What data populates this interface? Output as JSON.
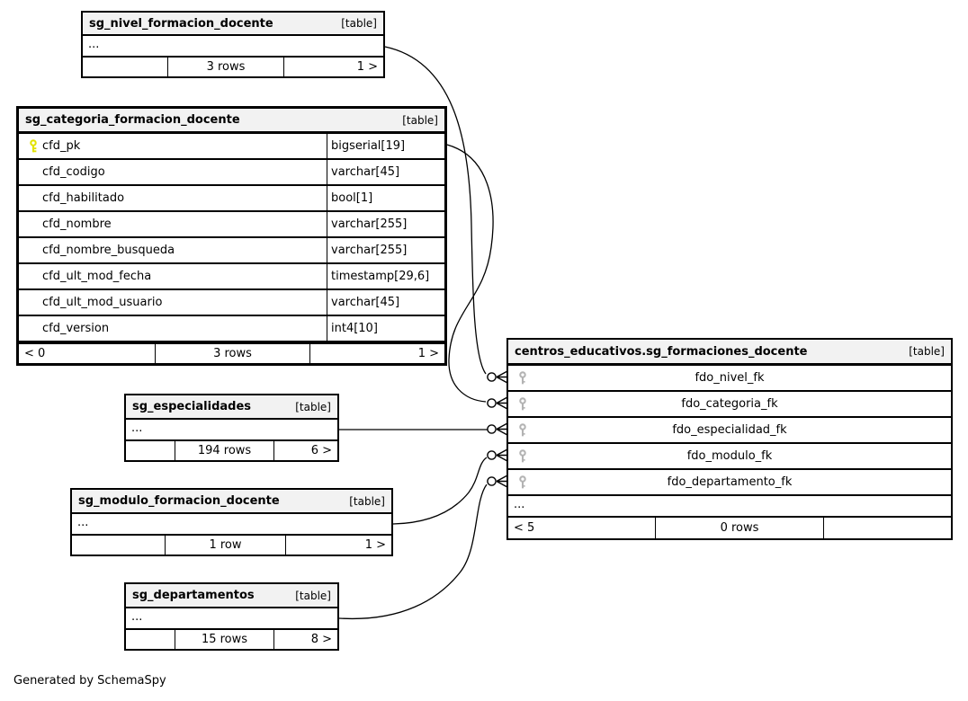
{
  "note": "Generated by SchemaSpy",
  "colors": {
    "header_bg": "#f2f2f2",
    "border": "#000000",
    "primary_key_icon": "#e2e200",
    "foreign_key_icon": "#b3b3b3",
    "edge": "#000000"
  },
  "tables": [
    {
      "name": "sg_nivel_formacion_docente",
      "tag": "[table]",
      "ellipsis": "...",
      "footer": {
        "left": "",
        "center": "3 rows",
        "right": "1 >"
      }
    },
    {
      "name": "sg_categoria_formacion_docente",
      "tag": "[table]",
      "columns": [
        {
          "name": "cfd_pk",
          "type": "bigserial[19]",
          "primary_key": true
        },
        {
          "name": "cfd_codigo",
          "type": "varchar[45]",
          "primary_key": false
        },
        {
          "name": "cfd_habilitado",
          "type": "bool[1]",
          "primary_key": false
        },
        {
          "name": "cfd_nombre",
          "type": "varchar[255]",
          "primary_key": false
        },
        {
          "name": "cfd_nombre_busqueda",
          "type": "varchar[255]",
          "primary_key": false
        },
        {
          "name": "cfd_ult_mod_fecha",
          "type": "timestamp[29,6]",
          "primary_key": false
        },
        {
          "name": "cfd_ult_mod_usuario",
          "type": "varchar[45]",
          "primary_key": false
        },
        {
          "name": "cfd_version",
          "type": "int4[10]",
          "primary_key": false
        }
      ],
      "footer": {
        "left": "< 0",
        "center": "3 rows",
        "right": "1 >"
      }
    },
    {
      "name": "sg_especialidades",
      "tag": "[table]",
      "ellipsis": "...",
      "footer": {
        "left": "",
        "center": "194 rows",
        "right": "6 >"
      }
    },
    {
      "name": "sg_modulo_formacion_docente",
      "tag": "[table]",
      "ellipsis": "...",
      "footer": {
        "left": "",
        "center": "1 row",
        "right": "1 >"
      }
    },
    {
      "name": "sg_departamentos",
      "tag": "[table]",
      "ellipsis": "...",
      "footer": {
        "left": "",
        "center": "15 rows",
        "right": "8 >"
      }
    },
    {
      "name": "centros_educativos.sg_formaciones_docente",
      "tag": "[table]",
      "foreign_keys": [
        {
          "name": "fdo_nivel_fk"
        },
        {
          "name": "fdo_categoria_fk"
        },
        {
          "name": "fdo_especialidad_fk"
        },
        {
          "name": "fdo_modulo_fk"
        },
        {
          "name": "fdo_departamento_fk"
        }
      ],
      "ellipsis": "...",
      "footer": {
        "left": "< 5",
        "center": "0 rows",
        "right": ""
      }
    }
  ],
  "relationships": [
    {
      "from": "sg_nivel_formacion_docente",
      "to": "centros_educativos.sg_formaciones_docente.fdo_nivel_fk"
    },
    {
      "from": "sg_categoria_formacion_docente.cfd_pk",
      "to": "centros_educativos.sg_formaciones_docente.fdo_categoria_fk"
    },
    {
      "from": "sg_especialidades",
      "to": "centros_educativos.sg_formaciones_docente.fdo_especialidad_fk"
    },
    {
      "from": "sg_modulo_formacion_docente",
      "to": "centros_educativos.sg_formaciones_docente.fdo_modulo_fk"
    },
    {
      "from": "sg_departamentos",
      "to": "centros_educativos.sg_formaciones_docente.fdo_departamento_fk"
    }
  ]
}
